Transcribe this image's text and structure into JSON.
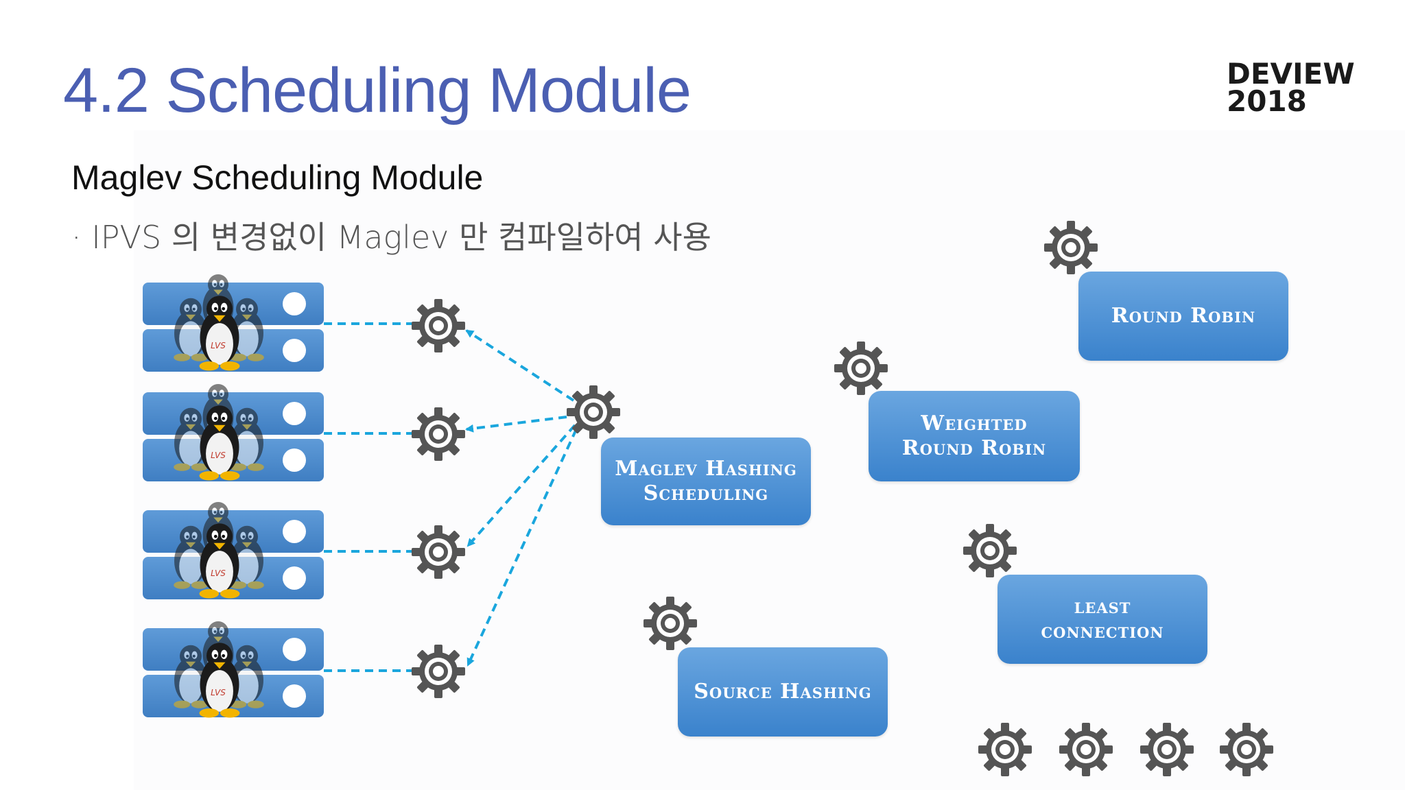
{
  "title": "4.2 Scheduling Module",
  "brand": {
    "line1": "DEVIEW",
    "line2": "2018"
  },
  "subtitle": "Maglev Scheduling Module",
  "bullet": "· IPVS 의 변경없이 Maglev 만 컴파일하여 사용",
  "penguin_badge": "LVS",
  "boxes": {
    "maglev": "Maglev Hashing\nScheduling",
    "round_robin": "Round Robin",
    "weighted": "Weighted\nRound Robin",
    "least": "least\nconnection",
    "source": "Source Hashing"
  },
  "colors": {
    "title": "#4b5fb2",
    "box_blue": "#4a8fd4",
    "dashed_link": "#1aa6dd",
    "gear_gray": "#555555"
  }
}
